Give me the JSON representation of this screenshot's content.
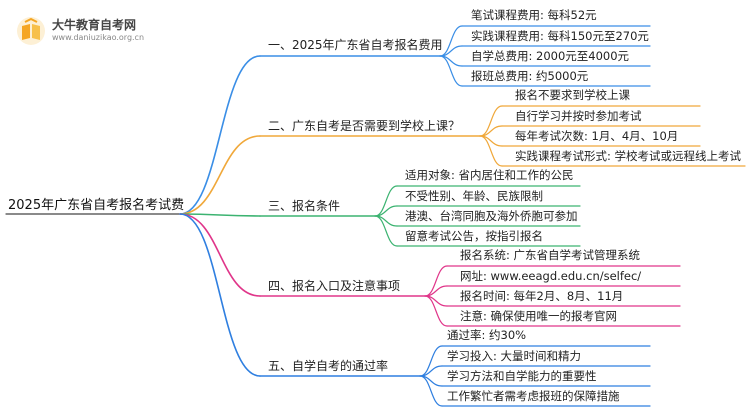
{
  "logo": {
    "title": "大牛教育自考网",
    "url": "www.daniuzikao.org.cn",
    "accent": "#f5a623"
  },
  "mindmap": {
    "root": "2025年广东省自考报名考试费",
    "branches": [
      {
        "label": "一、2025年广东省自考报名费用",
        "color": "#3a8ee6",
        "leaves": [
          "笔试课程费用: 每科52元",
          "实践课程费用: 每科150元至270元",
          "自学总费用: 2000元至4000元",
          "报班总费用: 约5000元"
        ]
      },
      {
        "label": "二、广东自考是否需要到学校上课？",
        "color": "#f0a83a",
        "leaves": [
          "报名不要求到学校上课",
          "自行学习并按时参加考试",
          "每年考试次数: 1月、4月、10月",
          "实践课程考试形式: 学校考试或远程线上考试"
        ]
      },
      {
        "label": "三、报名条件",
        "color": "#3cb371",
        "leaves": [
          "适用对象: 省内居住和工作的公民",
          "不受性别、年龄、民族限制",
          "港澳、台湾同胞及海外侨胞可参加",
          "留意考试公告，按指引报名"
        ]
      },
      {
        "label": "四、报名入口及注意事项",
        "color": "#e0368a",
        "leaves": [
          "报名系统: 广东省自学考试管理系统",
          "网址: www.eeagd.edu.cn/selfec/",
          "报名时间: 每年2月、8月、11月",
          "注意: 确保使用唯一的报考官网"
        ]
      },
      {
        "label": "五、自学自考的通过率",
        "color": "#2f7fe0",
        "leaves": [
          "通过率: 约30%",
          "学习投入: 大量时间和精力",
          "学习方法和自学能力的重要性",
          "工作繁忙者需考虑报班的保障措施"
        ]
      }
    ]
  }
}
